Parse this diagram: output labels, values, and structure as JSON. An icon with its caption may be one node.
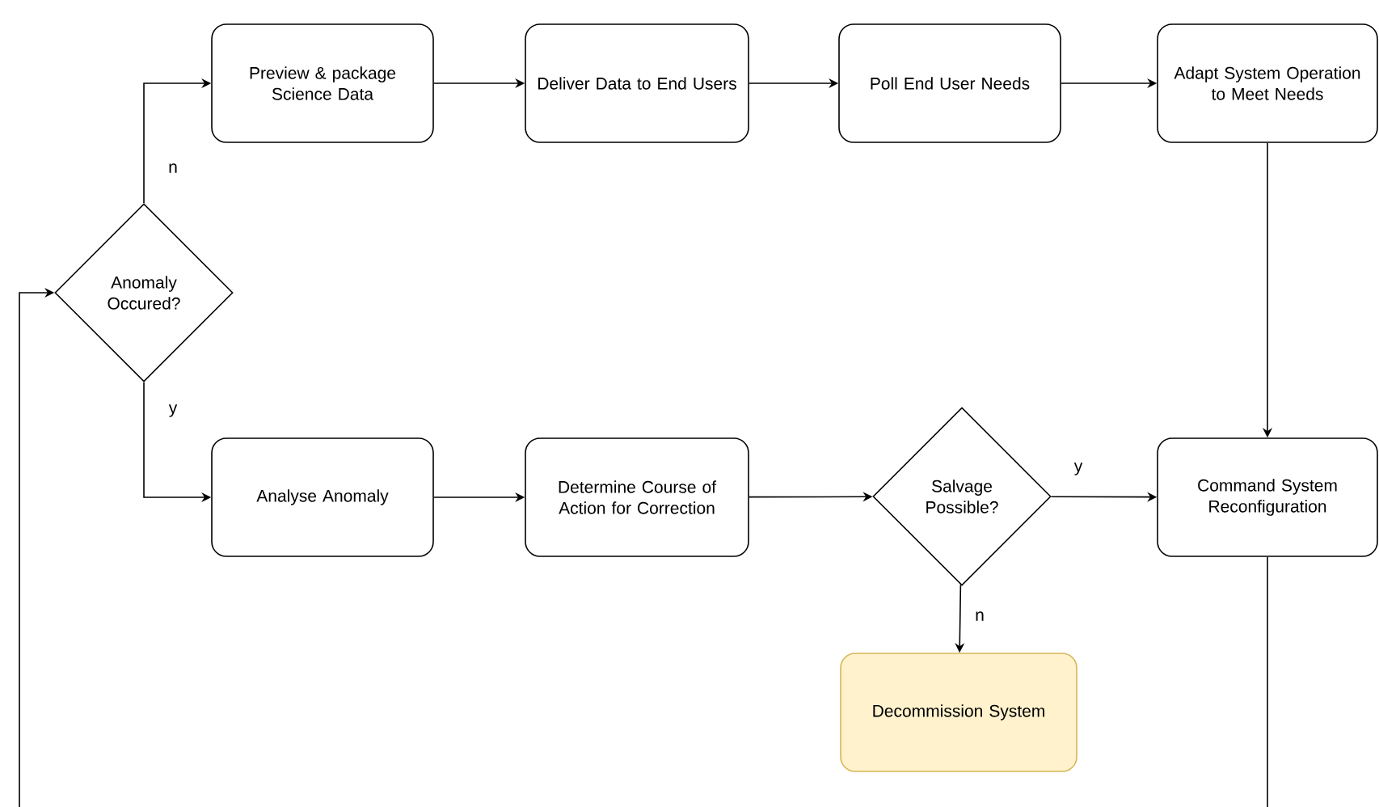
{
  "diagram": {
    "nodes": [
      {
        "text": [
          "Preview & package Science Data"
        ]
      },
      {
        "text": [
          "Deliver Data to End Users"
        ]
      },
      {
        "text": [
          "Poll End User Needs"
        ]
      },
      {
        "text": [
          "Adapt System Operation to Meet Needs"
        ]
      },
      {
        "text": [
          "Anomaly Occured?"
        ]
      },
      {
        "text": [
          "Analyse Anomaly"
        ]
      },
      {
        "text": [
          "Determine Course of Action for Correction"
        ]
      },
      {
        "text": [
          "Salvage Possible?"
        ]
      },
      {
        "text": [
          "Command System Reconfiguration"
        ]
      },
      {
        "text": [
          "Decommission System"
        ]
      }
    ],
    "edges": [
      {
        "from": 0,
        "to": 1,
        "arrow": "to"
      },
      {
        "from": 1,
        "to": 2,
        "arrow": "to"
      },
      {
        "from": 2,
        "to": 3,
        "arrow": "to"
      },
      {
        "from": 3,
        "to": 8,
        "arrow": "to"
      },
      {
        "from": 4,
        "to": 0,
        "arrow": "to",
        "label": "n"
      },
      {
        "from": 4,
        "to": 5,
        "arrow": "to",
        "label": "y"
      },
      {
        "from": 5,
        "to": 6,
        "arrow": "to"
      },
      {
        "from": 6,
        "to": 7,
        "arrow": "to"
      },
      {
        "from": 7,
        "to": 8,
        "arrow": "to",
        "label": "y"
      },
      {
        "from": 7,
        "to": 9,
        "arrow": "to",
        "label": "n"
      },
      {
        "from": 8,
        "to": null,
        "arrow": "none"
      },
      {
        "from": null,
        "to": 4,
        "arrow": "to"
      }
    ]
  }
}
